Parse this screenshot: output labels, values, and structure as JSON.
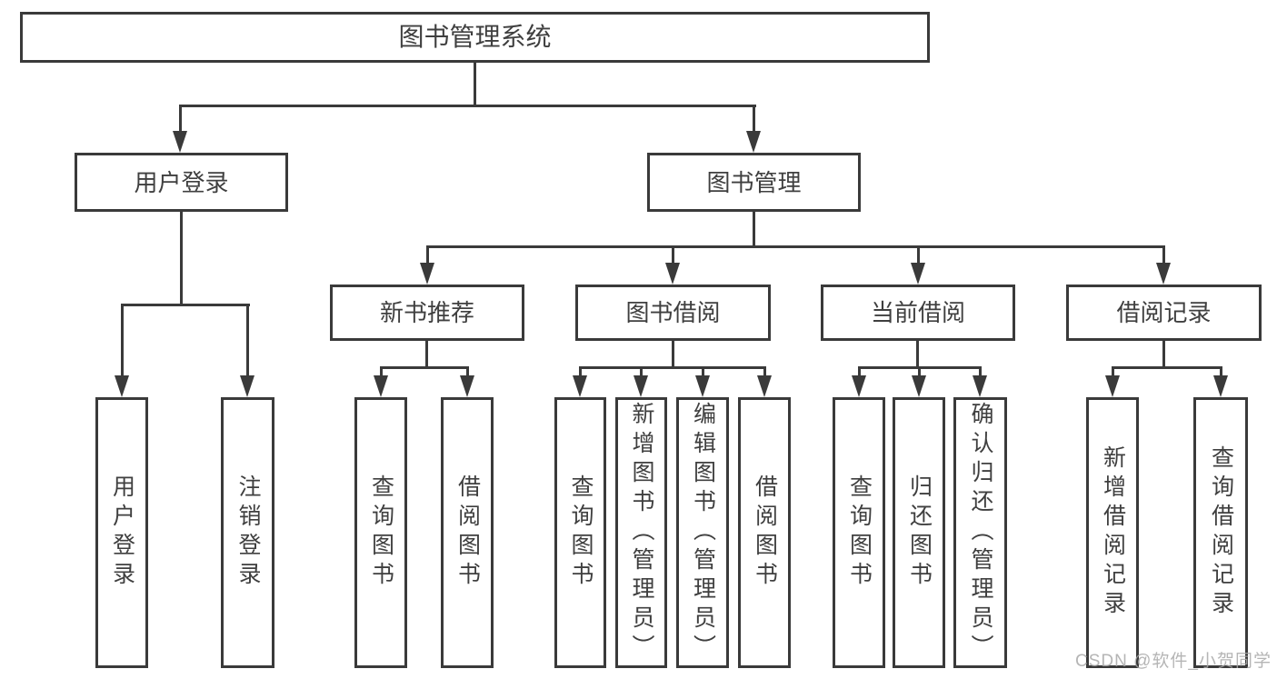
{
  "diagram": {
    "title": "图书管理系统",
    "watermark": "CSDN @软件_小贺同学",
    "colors": {
      "background": "#ffffff",
      "line": "#3a3a3a",
      "box_border": "#3a3a3a",
      "box_fill": "#ffffff",
      "text": "#3f3f3f",
      "watermark": "#a8a8a8"
    },
    "tree": {
      "label": "图书管理系统",
      "children": [
        {
          "label": "用户登录",
          "children": [
            {
              "label": "用户登录"
            },
            {
              "label": "注销登录"
            }
          ]
        },
        {
          "label": "图书管理",
          "children": [
            {
              "label": "新书推荐",
              "children": [
                {
                  "label": "查询图书"
                },
                {
                  "label": "借阅图书"
                }
              ]
            },
            {
              "label": "图书借阅",
              "children": [
                {
                  "label": "查询图书"
                },
                {
                  "label": "新增图书（管理员）"
                },
                {
                  "label": "编辑图书（管理员）"
                },
                {
                  "label": "借阅图书"
                }
              ]
            },
            {
              "label": "当前借阅",
              "children": [
                {
                  "label": "查询图书"
                },
                {
                  "label": "归还图书"
                },
                {
                  "label": "确认归还（管理员）"
                }
              ]
            },
            {
              "label": "借阅记录",
              "children": [
                {
                  "label": "新增借阅记录"
                },
                {
                  "label": "查询借阅记录"
                }
              ]
            }
          ]
        }
      ]
    }
  }
}
